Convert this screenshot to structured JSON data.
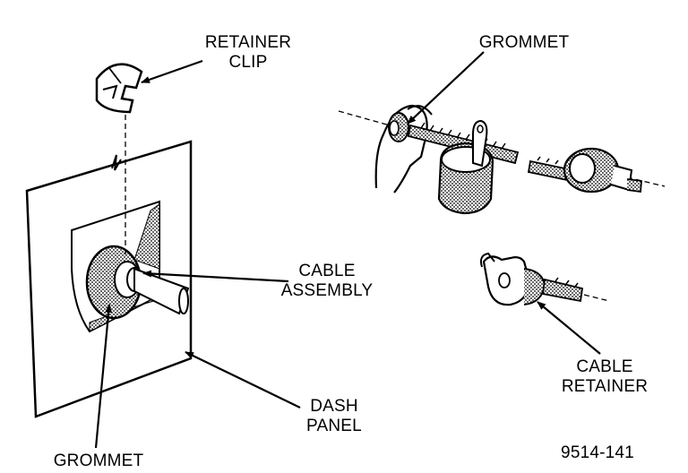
{
  "labels": {
    "retainer_clip": [
      "RETAINER",
      "CLIP"
    ],
    "grommet_top": "GROMMET",
    "cable_assembly": [
      "CABLE",
      "ASSEMBLY"
    ],
    "dash_panel": [
      "DASH",
      "PANEL"
    ],
    "grommet_bottom": "GROMMET",
    "cable_retainer": [
      "CABLE",
      "RETAINER"
    ],
    "figure_number": "9514-141"
  },
  "colors": {
    "ink": "#000000",
    "paper": "#ffffff",
    "shade": "#9a9a9a"
  }
}
